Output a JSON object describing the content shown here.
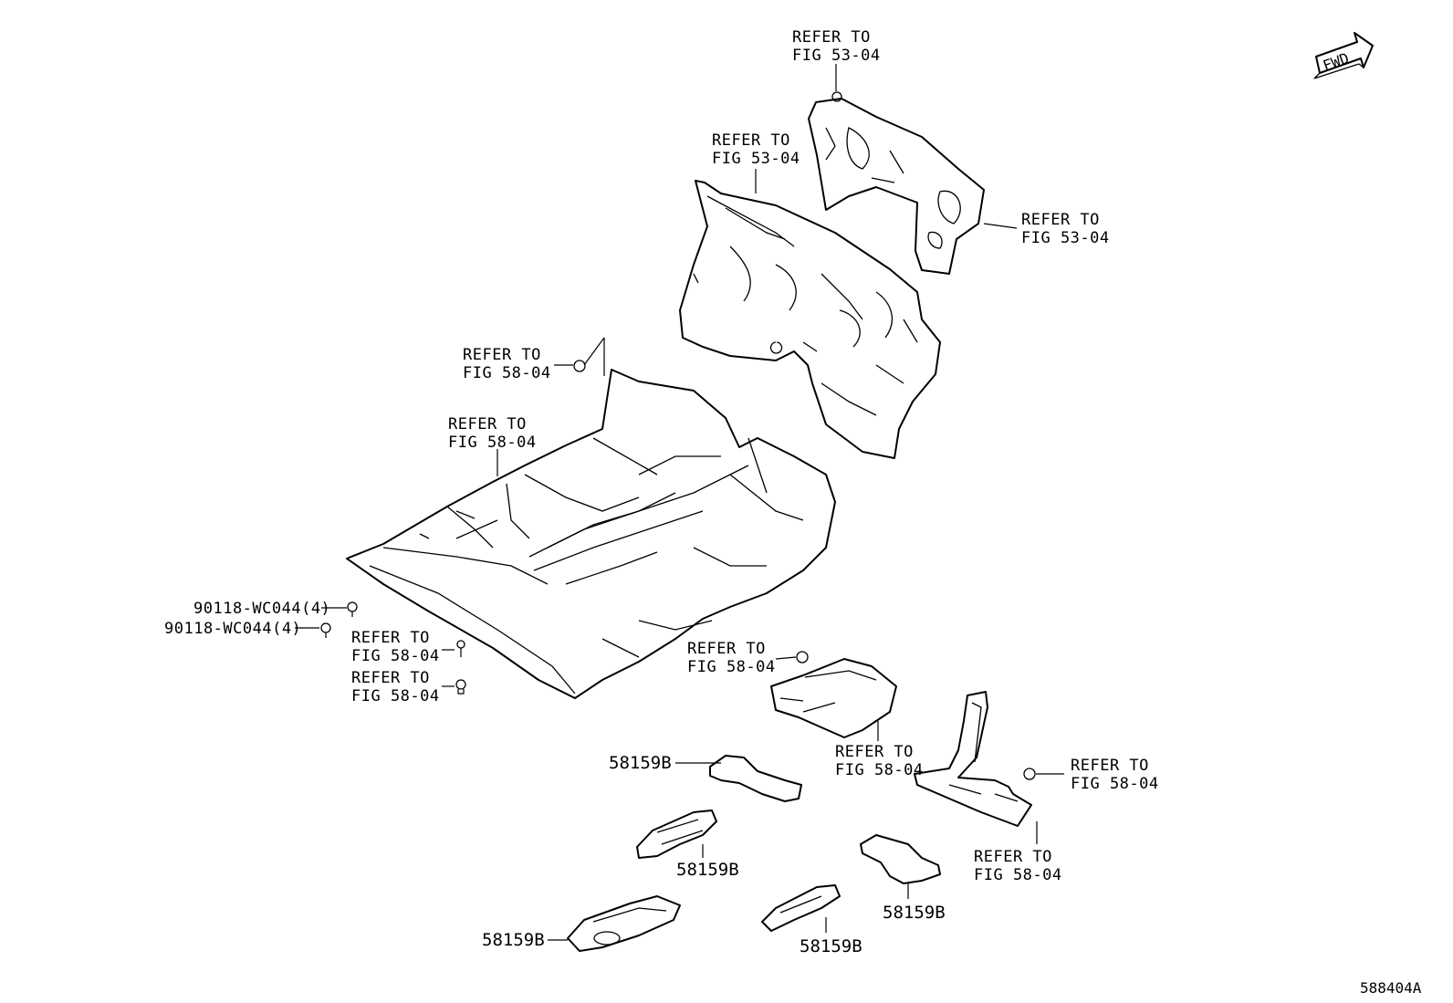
{
  "fwd_label": "FWD",
  "catalog_id": "588404A",
  "refs": {
    "r1": [
      "REFER TO",
      "FIG 53-04"
    ],
    "r2": [
      "REFER TO",
      "FIG 53-04"
    ],
    "r3": [
      "REFER TO",
      "FIG 53-04"
    ],
    "r4": [
      "REFER TO",
      "FIG 58-04"
    ],
    "r5": [
      "REFER TO",
      "FIG 58-04"
    ],
    "r6": [
      "REFER TO",
      "FIG 58-04"
    ],
    "r7": [
      "REFER TO",
      "FIG 58-04"
    ],
    "r8": [
      "REFER TO",
      "FIG 58-04"
    ],
    "r9": [
      "REFER TO",
      "FIG 58-04"
    ],
    "r10": [
      "REFER TO",
      "FIG 58-04"
    ],
    "r11": [
      "REFER TO",
      "FIG 58-04"
    ]
  },
  "part_numbers": {
    "clip_a": "90118-WC044(4)",
    "clip_b": "90118-WC044(4)",
    "pad_1": "58159B",
    "pad_2": "58159B",
    "pad_3": "58159B",
    "pad_4": "58159B",
    "pad_5": "58159B"
  }
}
